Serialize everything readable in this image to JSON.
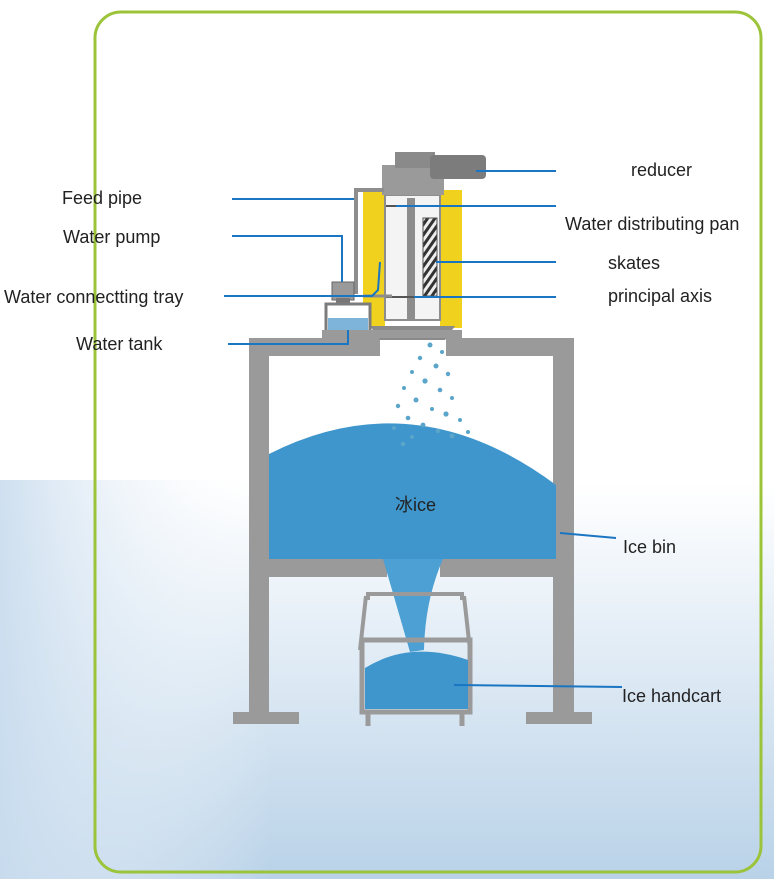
{
  "labels": {
    "feed_pipe": "Feed pipe",
    "water_pump": "Water pump",
    "water_connecting_tray": "Water connectting tray",
    "water_tank": "Water tank",
    "reducer": "reducer",
    "water_distributing_pan": "Water distributing pan",
    "skates": "skates",
    "principal_axis": "principal axis",
    "ice_inside": "冰ice",
    "ice_bin": "Ice bin",
    "ice_handcart": "Ice handcart"
  },
  "colors": {
    "frame_border": "#9cc43a",
    "machine_gray": "#9a9a9a",
    "gray_dark": "#7c7c7c",
    "heater_yellow": "#f0d21e",
    "ice_blue": "#3e96cc",
    "leader_blue": "#1a75c2",
    "background_fade": "#b9d2e8"
  }
}
